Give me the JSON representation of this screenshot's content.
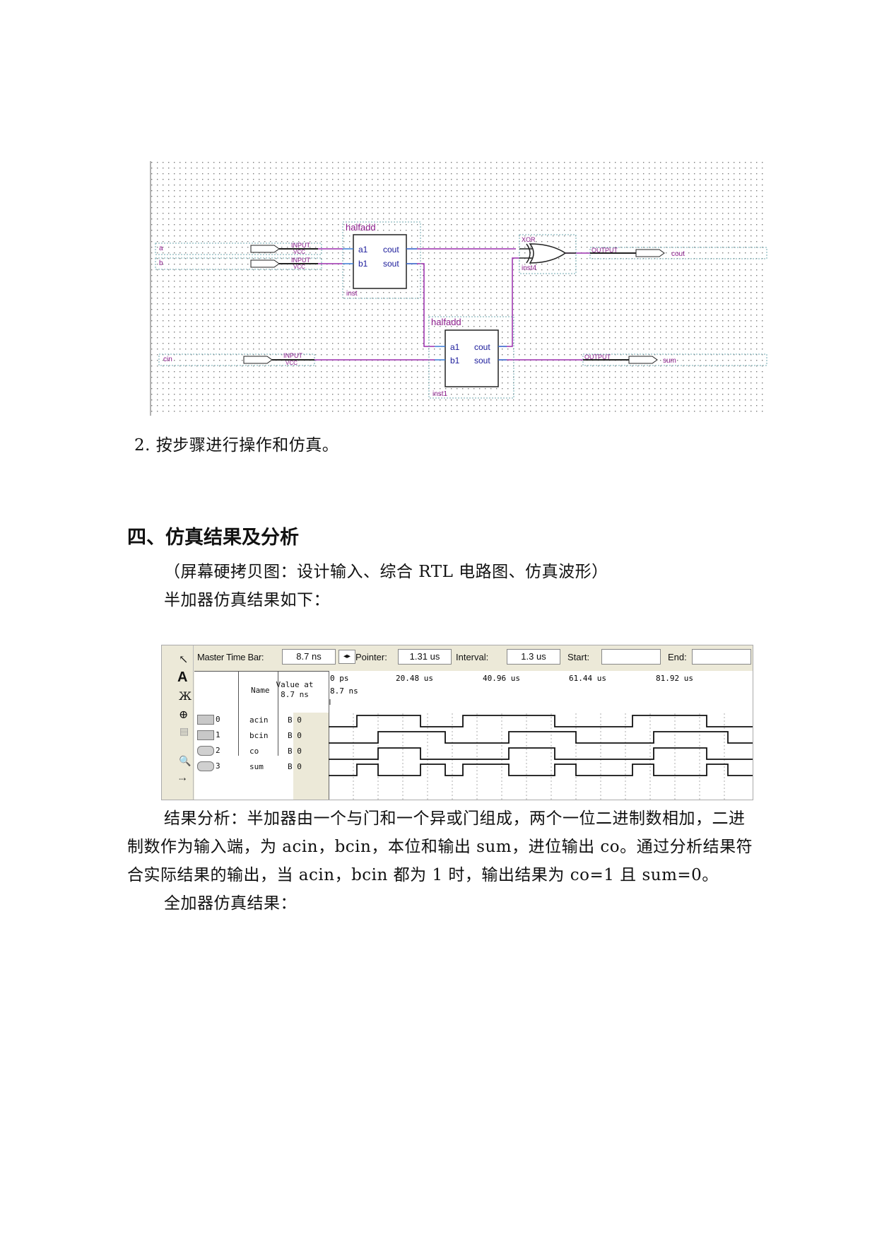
{
  "schematic": {
    "blocks": [
      {
        "name": "halfadd",
        "inst": "inst",
        "ports_in": [
          "a1",
          "b1"
        ],
        "ports_out": [
          "cout",
          "sout"
        ]
      },
      {
        "name": "halfadd",
        "inst": "inst1",
        "ports_in": [
          "a1",
          "b1"
        ],
        "ports_out": [
          "cout",
          "sout"
        ]
      }
    ],
    "xor": {
      "label": "XOR",
      "inst": "inst4"
    },
    "inputs": [
      {
        "signal": "a",
        "type": "INPUT",
        "vcc": "VCC"
      },
      {
        "signal": "b",
        "type": "INPUT",
        "vcc": "VCC"
      },
      {
        "signal": "cin",
        "type": "INPUT",
        "vcc": "VCC"
      }
    ],
    "outputs": [
      {
        "signal": "cout",
        "type": "OUTPUT"
      },
      {
        "signal": "sum",
        "type": "OUTPUT"
      }
    ]
  },
  "doc": {
    "step2": "2. 按步骤进行操作和仿真。",
    "section_title": "四、仿真结果及分析",
    "note": "（屏幕硬拷贝图：设计输入、综合 RTL 电路图、仿真波形）",
    "half_adder_intro": "半加器仿真结果如下：",
    "analysis_lines": [
      "结果分析：半加器由一个与门和一个异或门组成，两个一位二进制数相加，二进",
      "制数作为输入端，为 acin，bcin，本位和输出 sum，进位输出 co。通过分析结果符",
      "合实际结果的输出，当 acin，bcin 都为 1 时，输出结果为 co=1 且 sum=0。"
    ],
    "full_adder_intro": "全加器仿真结果："
  },
  "waveform": {
    "toolbar": {
      "master_label": "Master Time Bar:",
      "master_value": "8.7 ns",
      "pointer_label": "Pointer:",
      "pointer_value": "1.31 us",
      "interval_label": "Interval:",
      "interval_value": "1.3 us",
      "start_label": "Start:",
      "start_value": "",
      "end_label": "End:",
      "end_value": ""
    },
    "header": {
      "name": "Name",
      "value_at": "Value at",
      "value_time": "8.7 ns"
    },
    "time_ticks": [
      "0 ps",
      "20.48 us",
      "40.96 us",
      "61.44 us",
      "81.92 us"
    ],
    "cursor_label": "8.7 ns",
    "signals": [
      {
        "index": "0",
        "name": "acin",
        "value": "B 0"
      },
      {
        "index": "1",
        "name": "bcin",
        "value": "B 0"
      },
      {
        "index": "2",
        "name": "co",
        "value": "B 0"
      },
      {
        "index": "3",
        "name": "sum",
        "value": "B 0"
      }
    ]
  }
}
